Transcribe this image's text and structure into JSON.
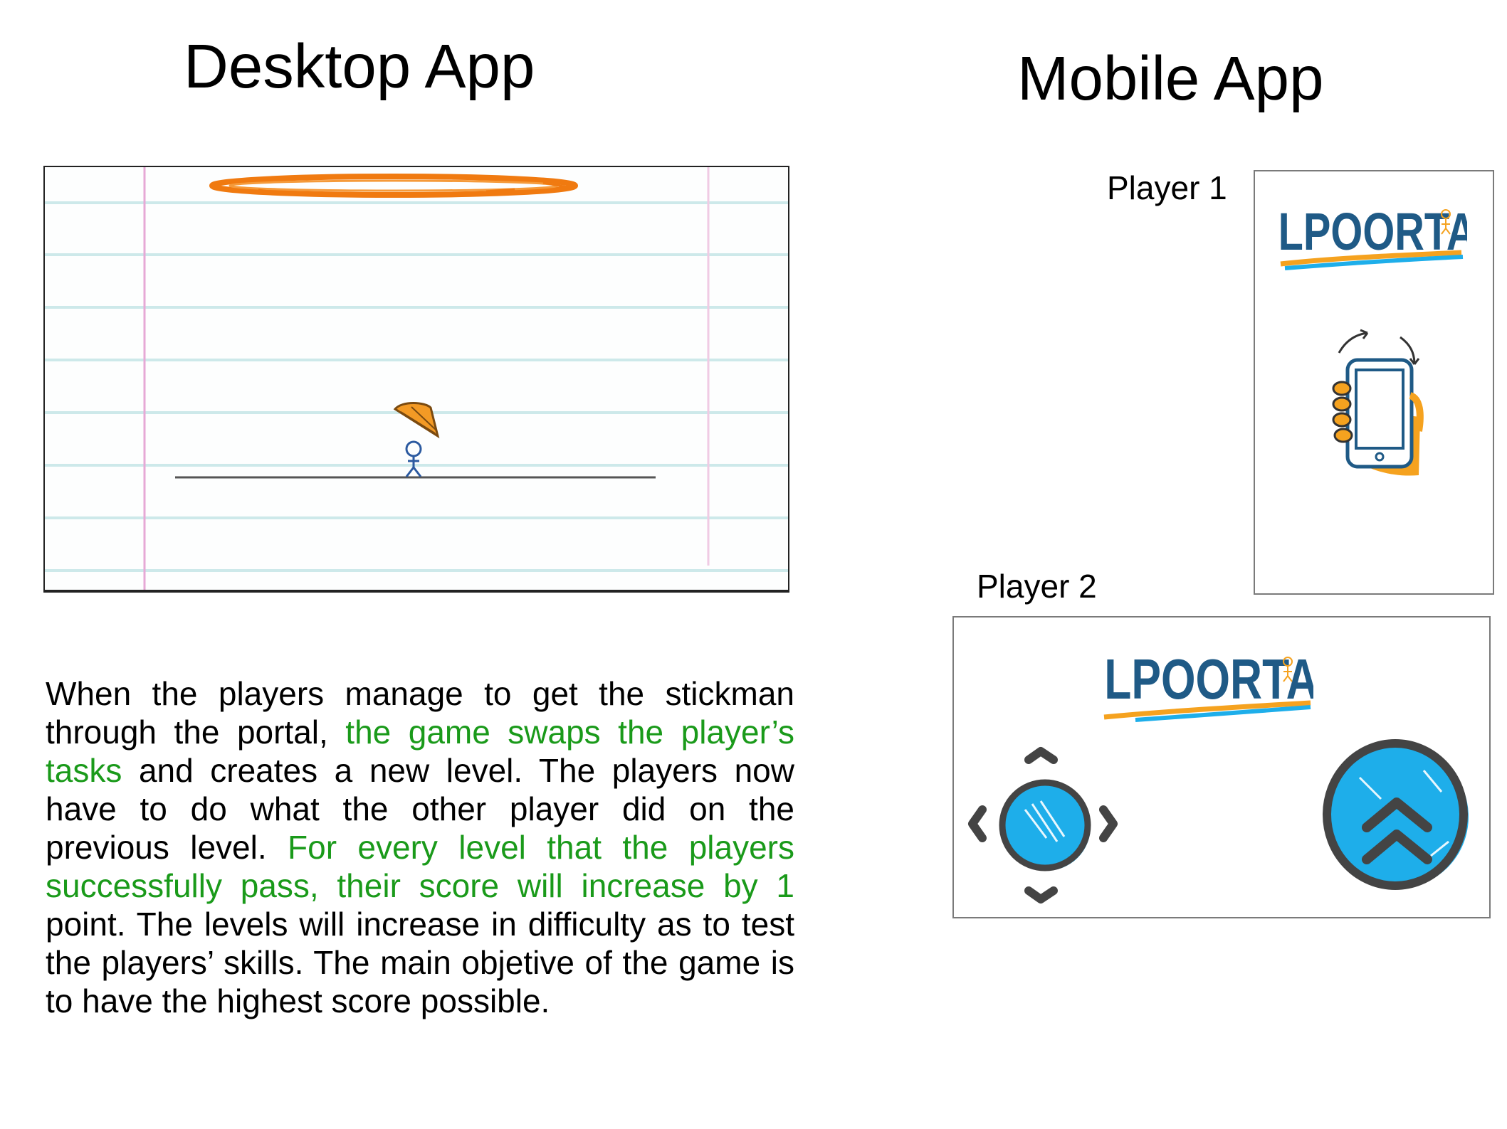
{
  "headings": {
    "desktop": "Desktop App",
    "mobile": "Mobile App"
  },
  "players": {
    "player1": "Player 1",
    "player2": "Player 2"
  },
  "logo_text": "LPOORTAL",
  "description": {
    "p1": "When the players manage to get the stickman through the portal, ",
    "h1": "the game swaps the player’s tasks",
    "p2": " and creates a new level. The players now have to do what the other player did on the previous level. ",
    "h2": "For every level that the players successfully pass, their score will increase by 1",
    "p3": " point. The levels will increase in difficulty as to test the players’ skills. The main objetive of the game is to have the highest score possible."
  },
  "colors": {
    "highlight": "#1a9a1a",
    "portal": "#f07a10",
    "logo_blue": "#1f5a86",
    "accent_cyan": "#1eaeea",
    "accent_orange": "#f5a21f"
  },
  "icons": [
    "portal",
    "stickman",
    "pencil-cone",
    "phone-tilt-icon",
    "dpad-icon",
    "jump-button-icon"
  ]
}
